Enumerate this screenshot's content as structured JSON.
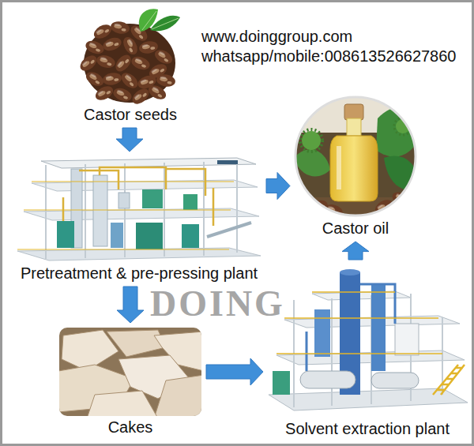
{
  "diagram": {
    "nodes": [
      {
        "text": [
          "Castor seeds"
        ]
      },
      {
        "text": [
          "Pretreatment & pre-pressing plant"
        ]
      },
      {
        "text": [
          "Castor oil"
        ]
      },
      {
        "text": [
          "Cakes"
        ]
      },
      {
        "text": [
          "Solvent extraction plant"
        ]
      }
    ],
    "edges": [
      {
        "from": 0,
        "to": 1,
        "arrow": "to"
      },
      {
        "from": 1,
        "to": 2,
        "arrow": "to"
      },
      {
        "from": 1,
        "to": 3,
        "arrow": "to"
      },
      {
        "from": 3,
        "to": 4,
        "arrow": "to"
      },
      {
        "from": 4,
        "to": 2,
        "arrow": "to"
      }
    ],
    "labels": [
      "www.doinggroup.com",
      "whatsapp/mobile:008613526627860",
      "DOING"
    ]
  }
}
